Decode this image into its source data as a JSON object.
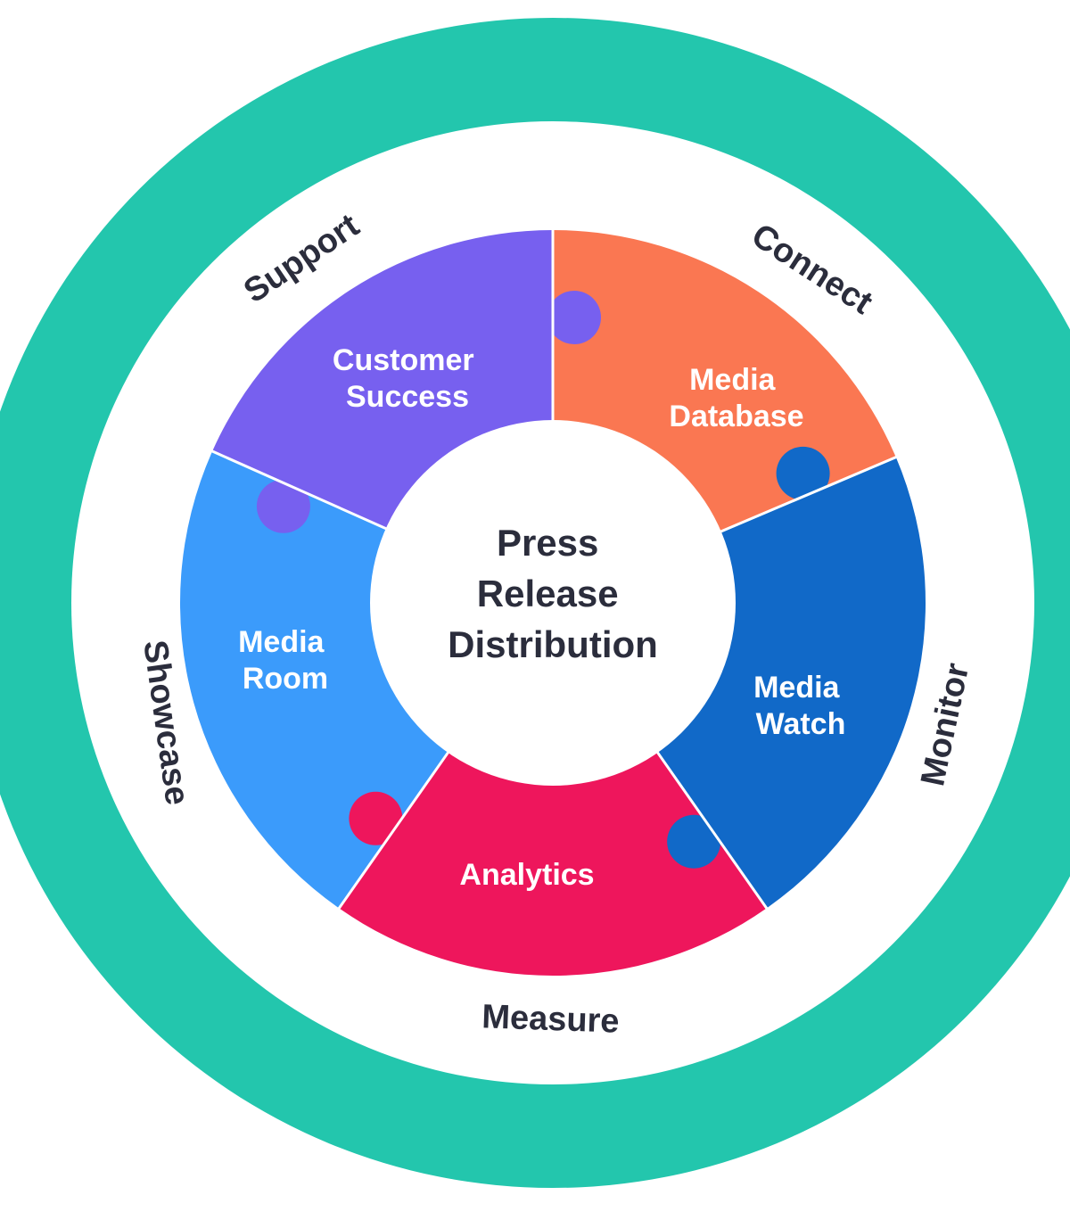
{
  "colors": {
    "ring": "#23c6ad",
    "background": "#ffffff",
    "text_dark": "#2b2d3c",
    "text_light": "#ffffff"
  },
  "ring_title": "Earned Media Advantage",
  "center": {
    "lines": [
      "Press",
      "Release",
      "Distribution"
    ]
  },
  "segments": [
    {
      "id": "customer-success",
      "lines": [
        "Customer",
        "Success"
      ],
      "color": "#7760ef",
      "verb": "Support"
    },
    {
      "id": "media-database",
      "lines": [
        "Media",
        "Database"
      ],
      "color": "#fa7752",
      "verb": "Connect"
    },
    {
      "id": "media-watch",
      "lines": [
        "Media",
        "Watch"
      ],
      "color": "#1169c8",
      "verb": "Monitor"
    },
    {
      "id": "analytics",
      "lines": [
        "Analytics"
      ],
      "color": "#ee165c",
      "verb": "Measure"
    },
    {
      "id": "media-room",
      "lines": [
        "Media",
        "Room"
      ],
      "color": "#3b9bfb",
      "verb": "Showcase"
    }
  ]
}
